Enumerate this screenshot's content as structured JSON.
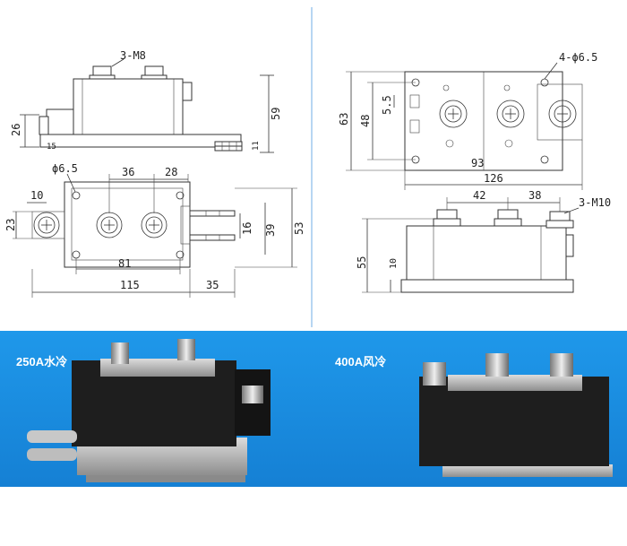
{
  "drawings": {
    "top_left_side": {
      "bolt_label": "3-M8",
      "height_59": "59",
      "height_26": "26",
      "base_15": "15",
      "tube_11": "11"
    },
    "bottom_left_plan": {
      "hole_label": "ϕ6.5",
      "d36": "36",
      "d28": "28",
      "d10": "10",
      "d23": "23",
      "d16": "16",
      "d39": "39",
      "d53": "53",
      "d81": "81",
      "d115": "115",
      "d35": "35"
    },
    "top_right_plan": {
      "hole_label": "4-ϕ6.5",
      "d63": "63",
      "d48": "48",
      "d5_5": "5.5",
      "d93": "93",
      "d126": "126"
    },
    "bottom_right_side": {
      "bolt_label": "3-M10",
      "d42": "42",
      "d38": "38",
      "d55": "55",
      "d10": "10"
    }
  },
  "photos": {
    "left_caption": "250A水冷",
    "right_caption": "400A风冷"
  },
  "colors": {
    "photo_bg": "#1b8fe0",
    "module_black": "#1e1e1e",
    "metal": "#b9b9b9"
  }
}
